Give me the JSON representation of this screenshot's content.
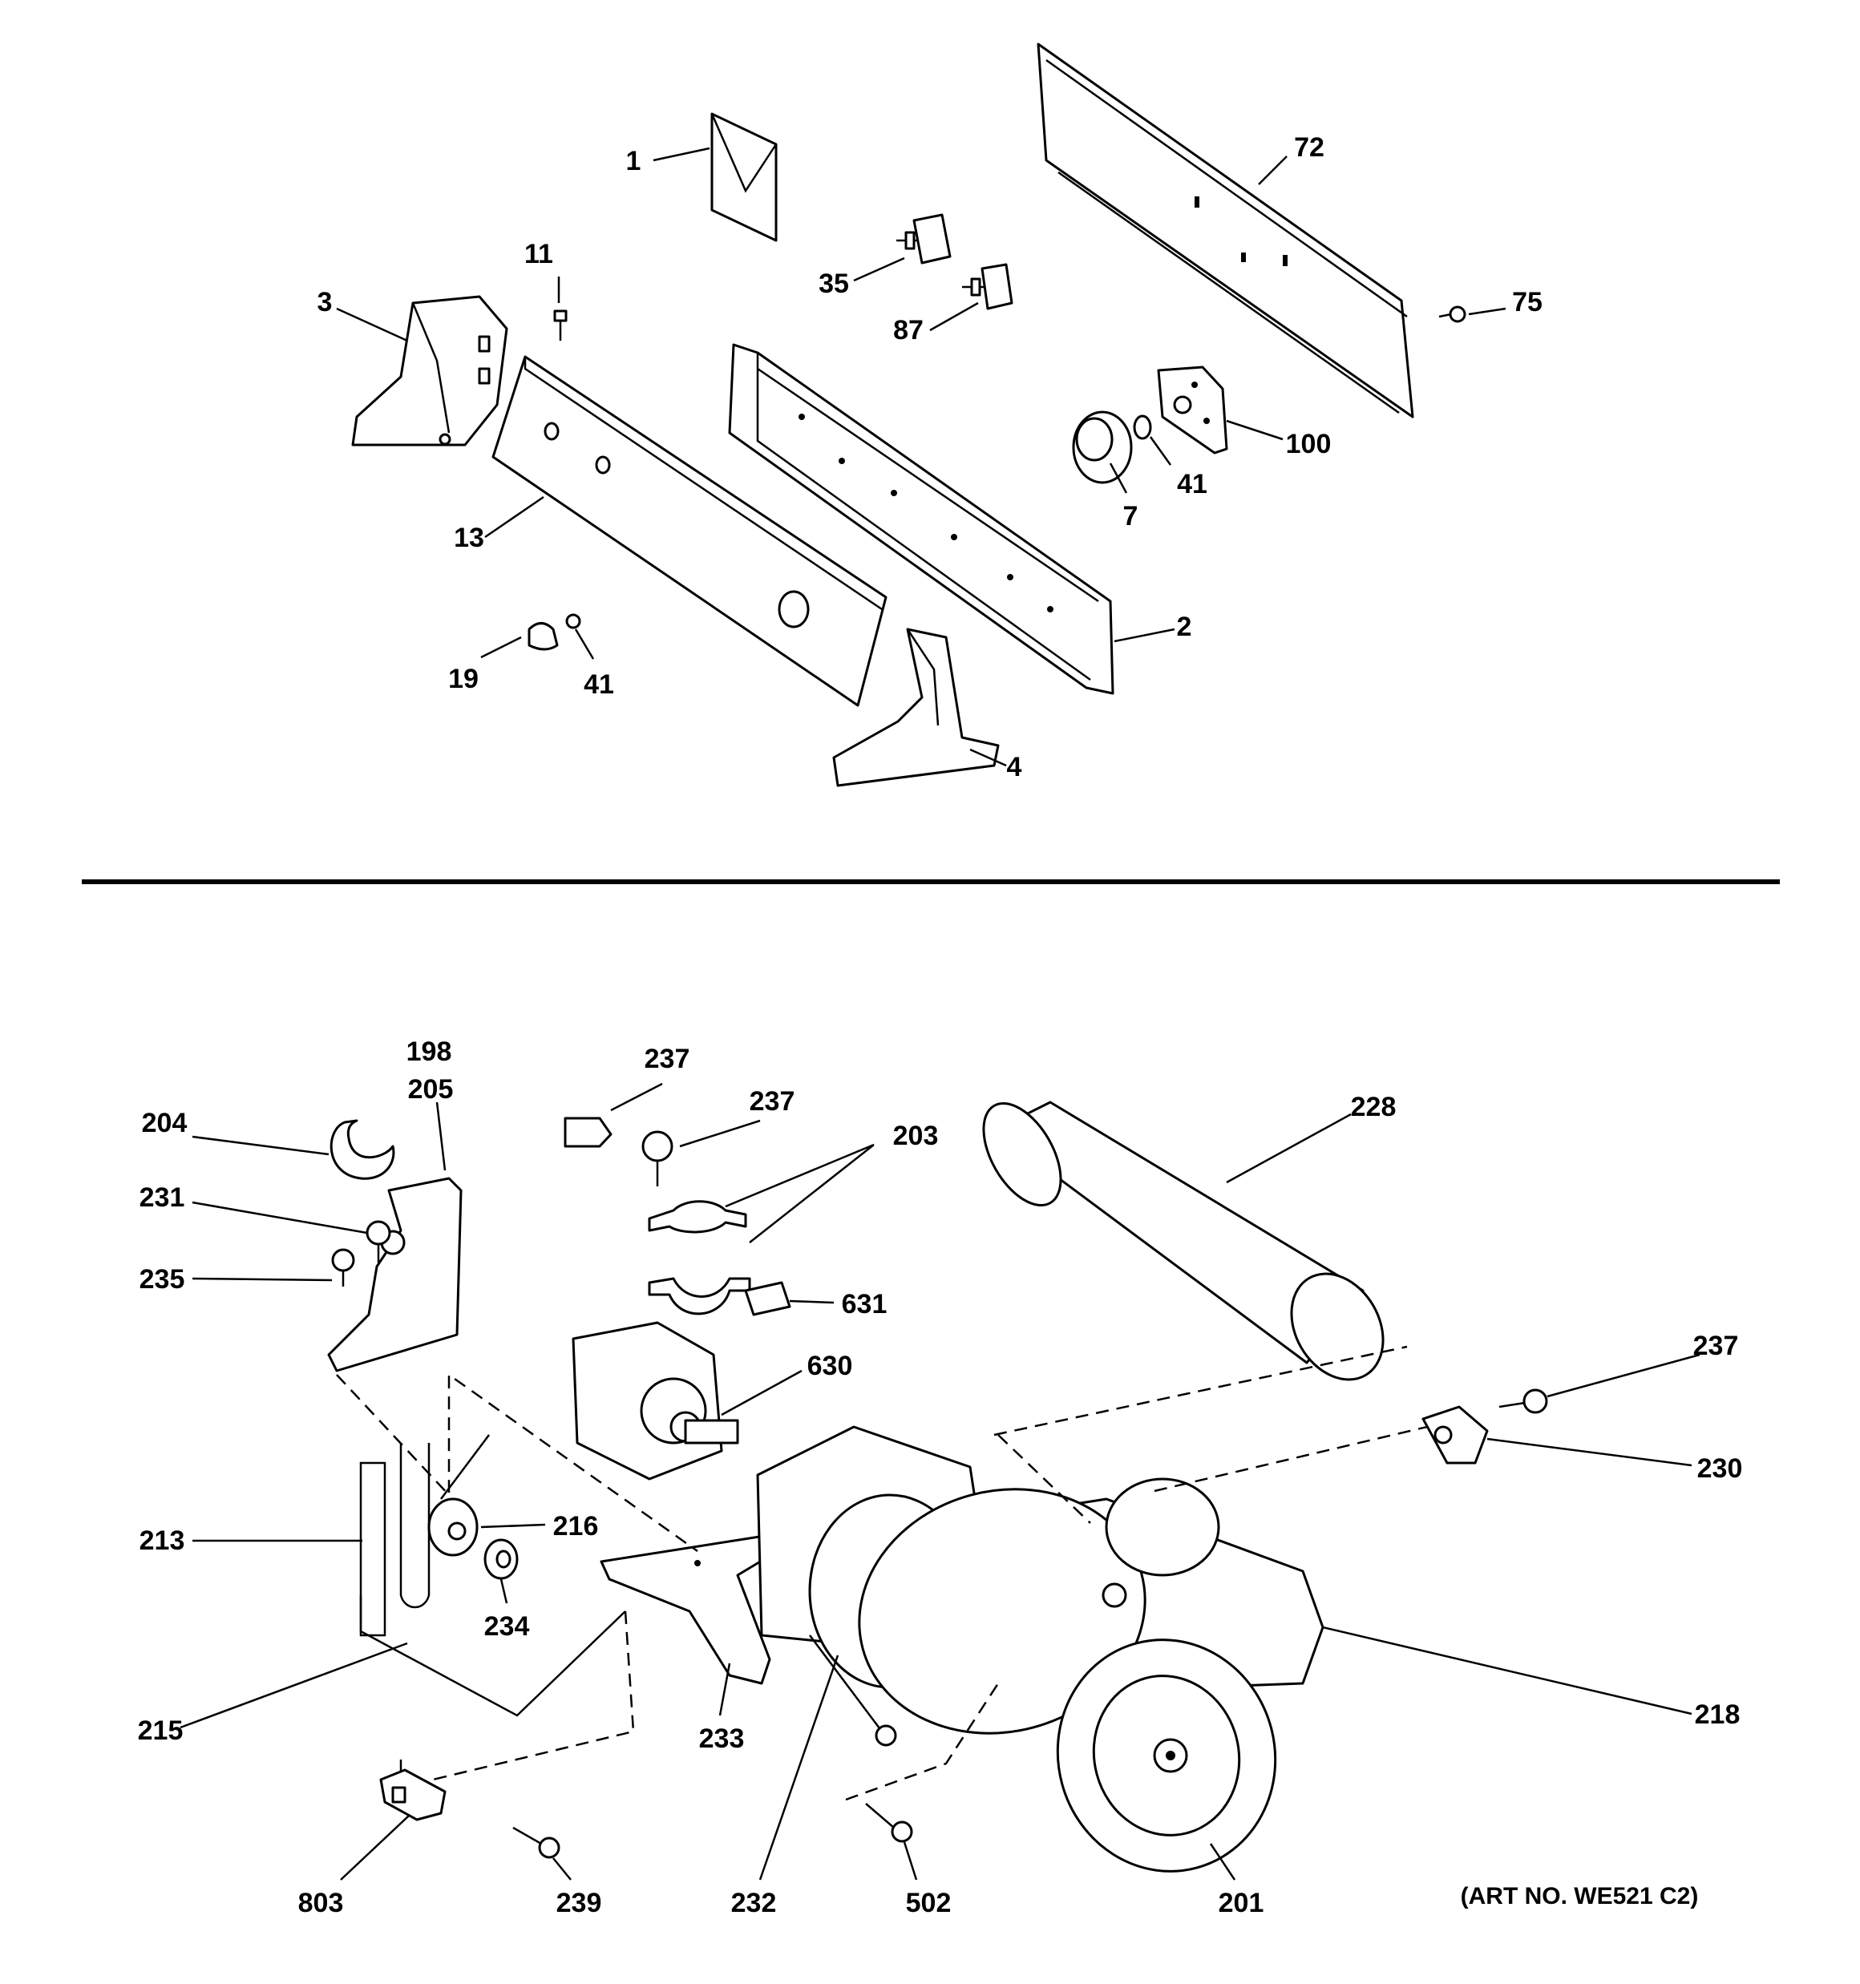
{
  "diagram": {
    "art_number": "(ART NO. WE521 C2)",
    "parts": [
      {
        "id": "p1",
        "text": "1"
      },
      {
        "id": "p72",
        "text": "72"
      },
      {
        "id": "p11",
        "text": "11"
      },
      {
        "id": "p35",
        "text": "35"
      },
      {
        "id": "p3",
        "text": "3"
      },
      {
        "id": "p87",
        "text": "87"
      },
      {
        "id": "p75",
        "text": "75"
      },
      {
        "id": "p100",
        "text": "100"
      },
      {
        "id": "p41a",
        "text": "41"
      },
      {
        "id": "p7",
        "text": "7"
      },
      {
        "id": "p13",
        "text": "13"
      },
      {
        "id": "p2",
        "text": "2"
      },
      {
        "id": "p19",
        "text": "19"
      },
      {
        "id": "p41b",
        "text": "41"
      },
      {
        "id": "p4",
        "text": "4"
      },
      {
        "id": "p198",
        "text": "198"
      },
      {
        "id": "p205",
        "text": "205"
      },
      {
        "id": "p237a",
        "text": "237"
      },
      {
        "id": "p237b",
        "text": "237"
      },
      {
        "id": "p204",
        "text": "204"
      },
      {
        "id": "p203",
        "text": "203"
      },
      {
        "id": "p228",
        "text": "228"
      },
      {
        "id": "p231",
        "text": "231"
      },
      {
        "id": "p235",
        "text": "235"
      },
      {
        "id": "p631",
        "text": "631"
      },
      {
        "id": "p237c",
        "text": "237"
      },
      {
        "id": "p630",
        "text": "630"
      },
      {
        "id": "p230",
        "text": "230"
      },
      {
        "id": "p213",
        "text": "213"
      },
      {
        "id": "p216",
        "text": "216"
      },
      {
        "id": "p234",
        "text": "234"
      },
      {
        "id": "p215",
        "text": "215"
      },
      {
        "id": "p233",
        "text": "233"
      },
      {
        "id": "p218",
        "text": "218"
      },
      {
        "id": "p803",
        "text": "803"
      },
      {
        "id": "p239",
        "text": "239"
      },
      {
        "id": "p232",
        "text": "232"
      },
      {
        "id": "p502",
        "text": "502"
      },
      {
        "id": "p201",
        "text": "201"
      }
    ]
  }
}
